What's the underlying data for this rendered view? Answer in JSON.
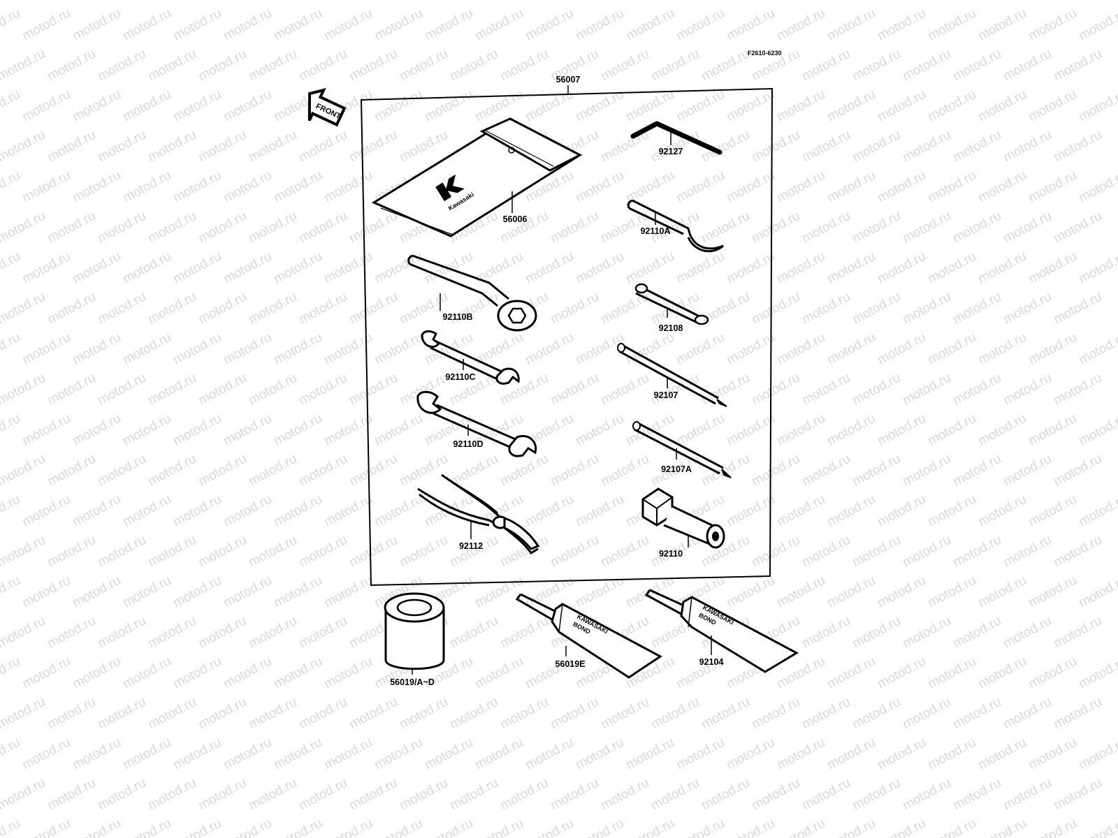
{
  "figure_code": "F2610-6230",
  "front_arrow_label": "FRONT",
  "watermark": "motod.ru",
  "kit_part": "56007",
  "bag_brand": "Kawasaki",
  "tube_text": [
    "KAWASAKI",
    "BOND"
  ],
  "parts": {
    "p56006": "56006",
    "p92127": "92127",
    "p92110A": "92110A",
    "p92110B": "92110B",
    "p92108": "92108",
    "p92110C": "92110C",
    "p92107": "92107",
    "p92110D": "92110D",
    "p92107A": "92107A",
    "p92112": "92112",
    "p92110": "92110",
    "p56019": "56019/A~D",
    "p56019E": "56019E",
    "p92104": "92104"
  }
}
